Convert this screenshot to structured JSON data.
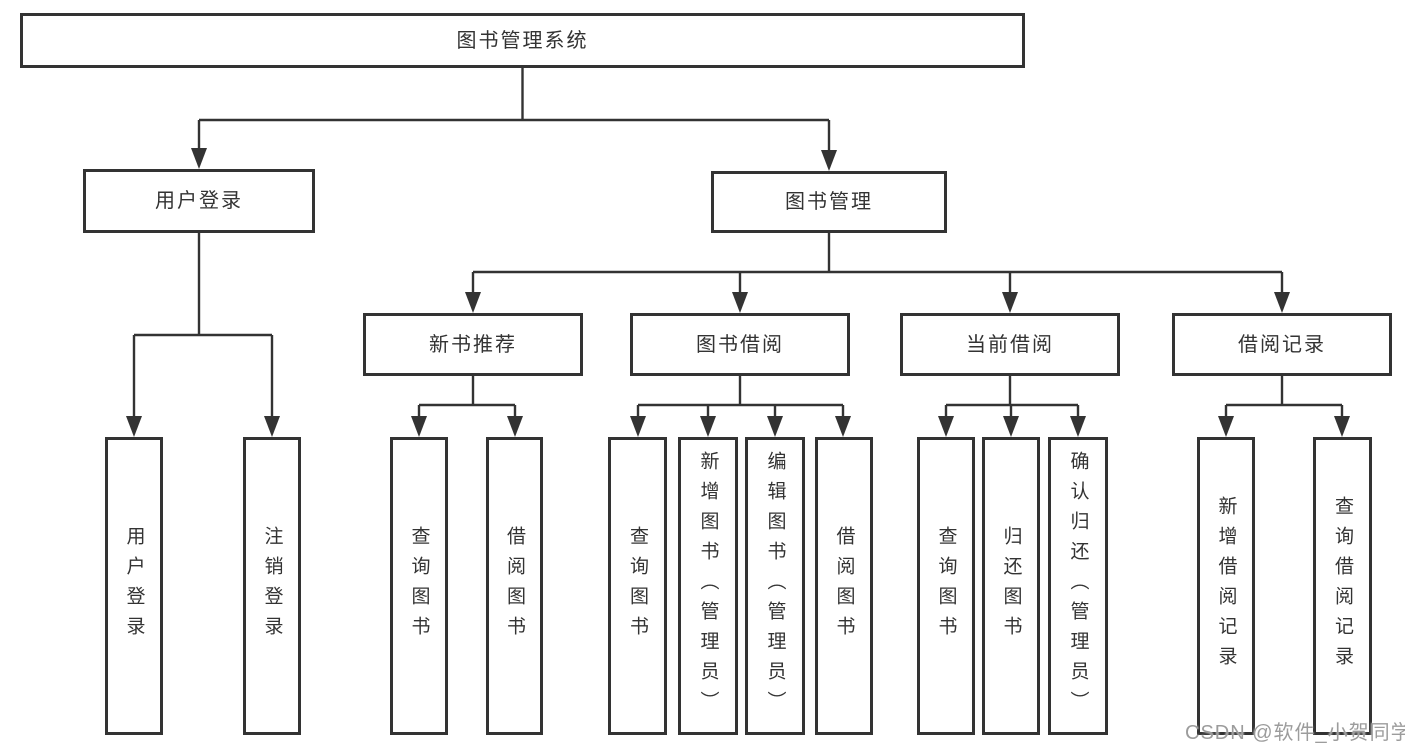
{
  "colors": {
    "line": "#333333",
    "box_border": "#333333",
    "text": "#333333",
    "watermark": "#9c9c9c",
    "background": "#ffffff"
  },
  "tree": {
    "label": "图书管理系统",
    "children": [
      {
        "label": "用户登录",
        "children": [
          {
            "label": "用户登录"
          },
          {
            "label": "注销登录"
          }
        ]
      },
      {
        "label": "图书管理",
        "children": [
          {
            "label": "新书推荐",
            "children": [
              {
                "label": "查询图书"
              },
              {
                "label": "借阅图书"
              }
            ]
          },
          {
            "label": "图书借阅",
            "children": [
              {
                "label": "查询图书"
              },
              {
                "label": "新增图书（管理员）"
              },
              {
                "label": "编辑图书（管理员）"
              },
              {
                "label": "借阅图书"
              }
            ]
          },
          {
            "label": "当前借阅",
            "children": [
              {
                "label": "查询图书"
              },
              {
                "label": "归还图书"
              },
              {
                "label": "确认归还（管理员）"
              }
            ]
          },
          {
            "label": "借阅记录",
            "children": [
              {
                "label": "新增借阅记录"
              },
              {
                "label": "查询借阅记录"
              }
            ]
          }
        ]
      }
    ]
  },
  "watermark": {
    "text": "CSDN @软件_小贺同学"
  }
}
